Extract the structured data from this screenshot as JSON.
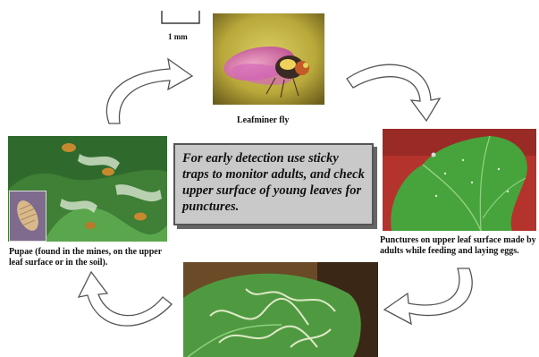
{
  "scale": {
    "label": "1 mm"
  },
  "stages": [
    {
      "id": "adult",
      "caption": "Leafminer fly"
    },
    {
      "id": "punctures",
      "caption": "Punctures on upper leaf surface made by adults while feeding and laying eggs."
    },
    {
      "id": "mines",
      "caption": ""
    },
    {
      "id": "pupae",
      "caption": "Pupae (found in the mines, on the upper leaf surface or in the soil)."
    }
  ],
  "center_note": "For early detection use sticky traps to monitor adults, and check upper surface of young leaves for punctures.",
  "colors": {
    "arrow_fill": "#ffffff",
    "arrow_stroke": "#555555",
    "note_bg": "#c9c9c9"
  }
}
